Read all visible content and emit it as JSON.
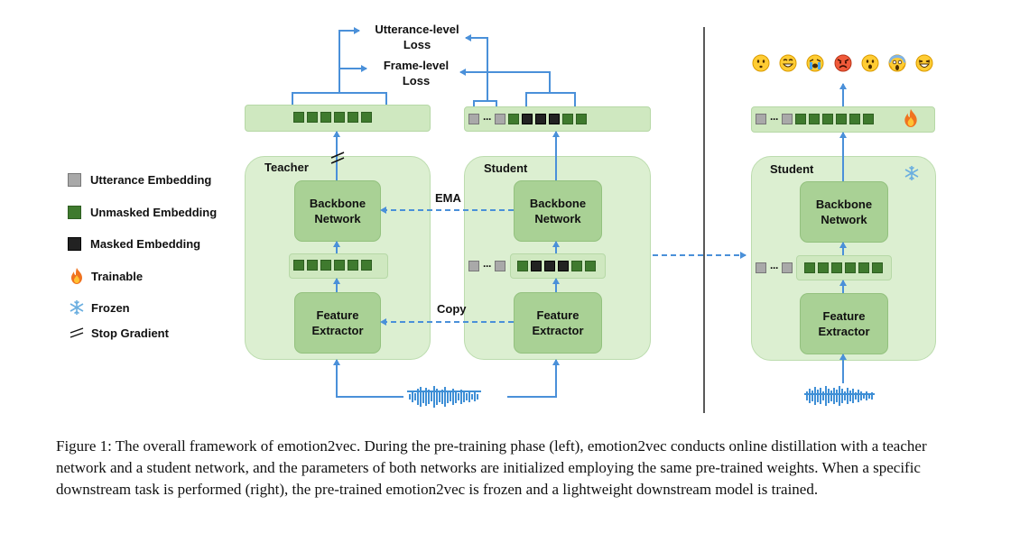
{
  "legend": {
    "utterance": "Utterance Embedding",
    "unmasked": "Unmasked Embedding",
    "masked": "Masked Embedding",
    "trainable": "Trainable",
    "frozen": "Frozen",
    "stop_gradient": "Stop Gradient"
  },
  "losses": {
    "utterance": "Utterance-level Loss",
    "frame": "Frame-level Loss"
  },
  "teacher": {
    "title": "Teacher",
    "backbone": "Backbone Network",
    "feature": "Feature Extractor"
  },
  "student": {
    "title": "Student",
    "backbone": "Backbone Network",
    "feature": "Feature Extractor"
  },
  "downstream": {
    "title": "Student",
    "backbone": "Backbone Network",
    "feature": "Feature Extractor"
  },
  "arrows": {
    "ema": "EMA",
    "copy": "Copy"
  },
  "caption": "Figure 1: The overall framework of emotion2vec. During the pre-training phase (left), emotion2vec conducts online distillation with a teacher network and a student network, and the parameters of both networks are initialized employing the same pre-trained weights. When a specific downstream task is performed (right), the pre-trained emotion2vec is frozen and a lightweight downstream model is trained.",
  "colors": {
    "arrow": "#4a90d9",
    "box_fill": "#dcefd1",
    "module_fill": "#a9d195",
    "unmasked": "#3f7a2e",
    "masked": "#222222",
    "utterance": "#a9a9a9"
  }
}
